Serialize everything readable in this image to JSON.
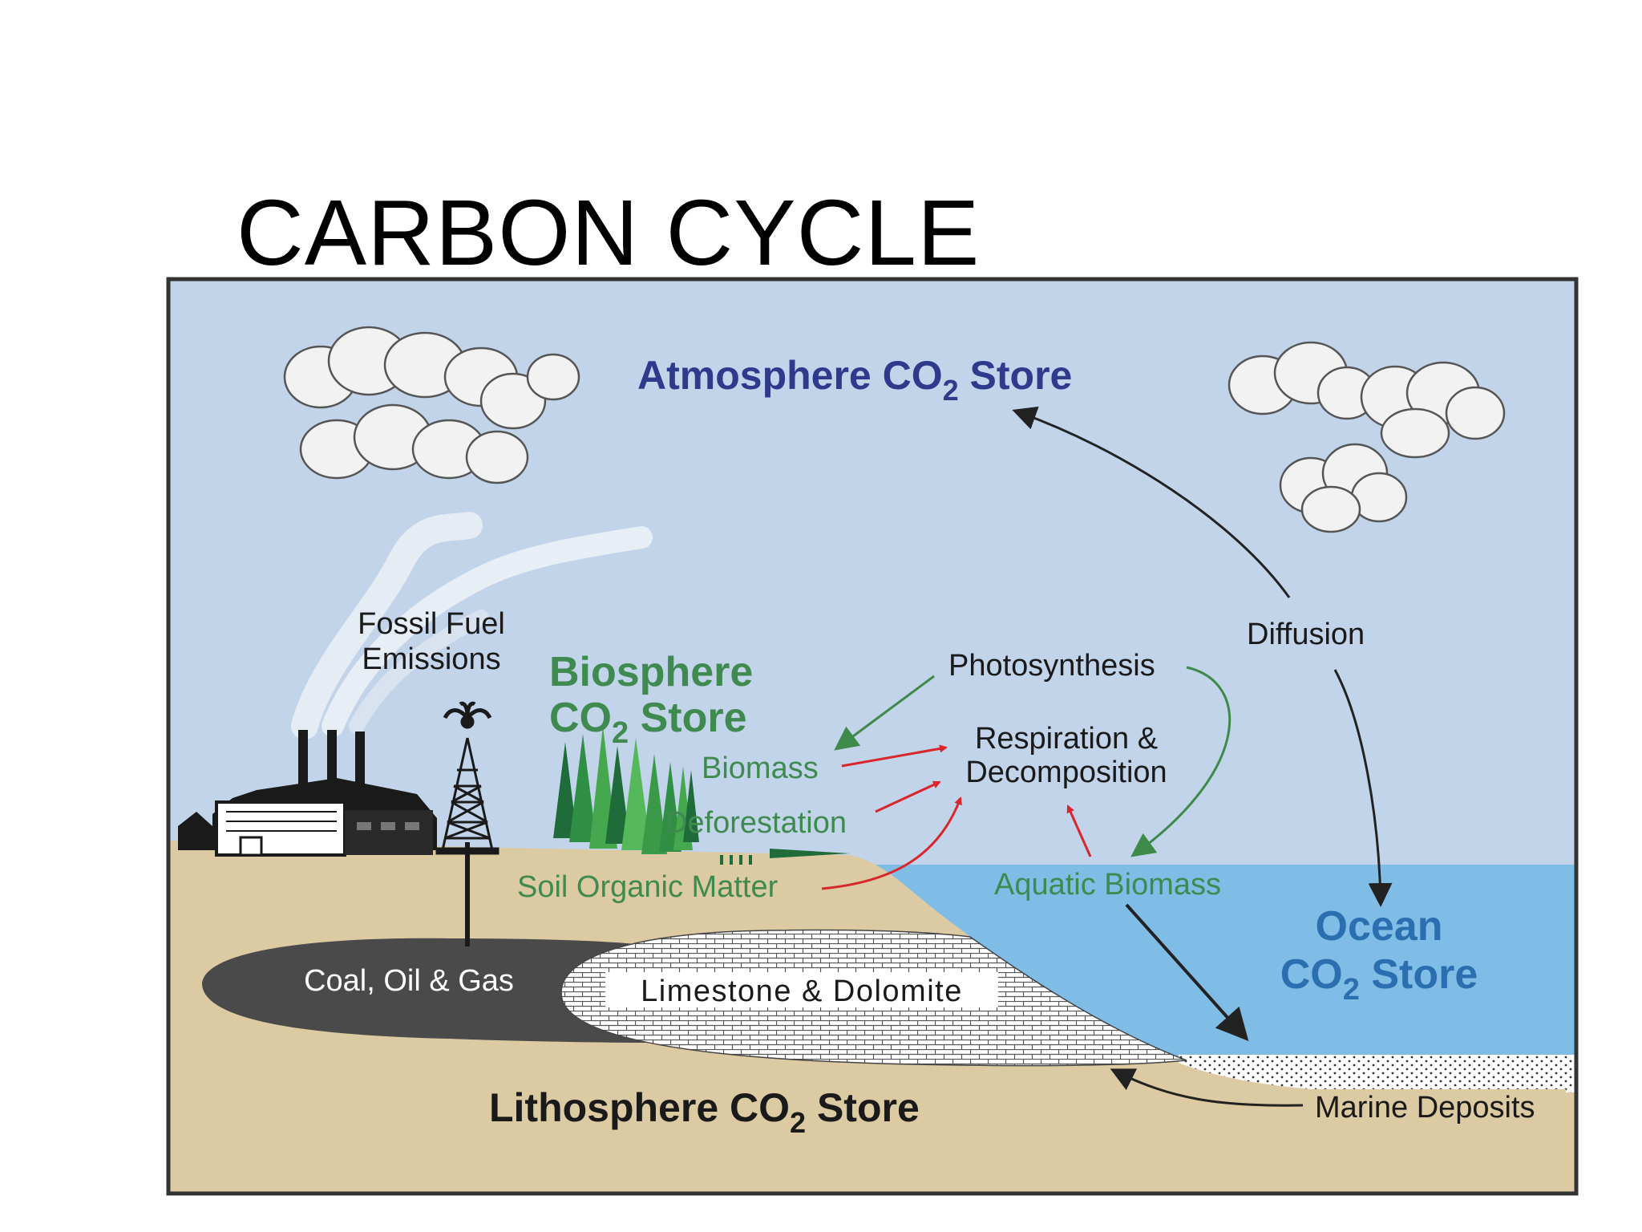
{
  "title": "CARBON CYCLE",
  "colors": {
    "sky": "#c2d4ea",
    "ocean": "#7fbde6",
    "land": "#dccaa2",
    "coal": "#4a4a4a",
    "frame": "#333333",
    "atmosphere_text": "#2e3a8c",
    "biosphere_text": "#3f8a4f",
    "ocean_text": "#2b6fb0",
    "red_arrow": "#d8262a",
    "green_arrow": "#3d8a4a",
    "dark_arrow": "#222222"
  },
  "labels": {
    "atmosphere": {
      "main": "Atmosphere CO",
      "sub": "2",
      "tail": " Store"
    },
    "biosphere": {
      "line1": "Biosphere",
      "main": "CO",
      "sub": "2",
      "tail": " Store"
    },
    "ocean": {
      "line1": "Ocean",
      "main": "CO",
      "sub": "2",
      "tail": " Store"
    },
    "lithosphere": {
      "main": "Lithosphere CO",
      "sub": "2",
      "tail": " Store"
    },
    "fossil": {
      "line1": "Fossil Fuel",
      "line2": "Emissions"
    },
    "photosynthesis": "Photosynthesis",
    "respiration": {
      "line1": "Respiration &",
      "line2": "Decomposition"
    },
    "diffusion": "Diffusion",
    "biomass": "Biomass",
    "deforestation": "Deforestation",
    "soil": "Soil Organic Matter",
    "aquatic": "Aquatic Biomass",
    "coal": "Coal, Oil & Gas",
    "limestone": "Limestone & Dolomite",
    "marine": "Marine Deposits"
  }
}
